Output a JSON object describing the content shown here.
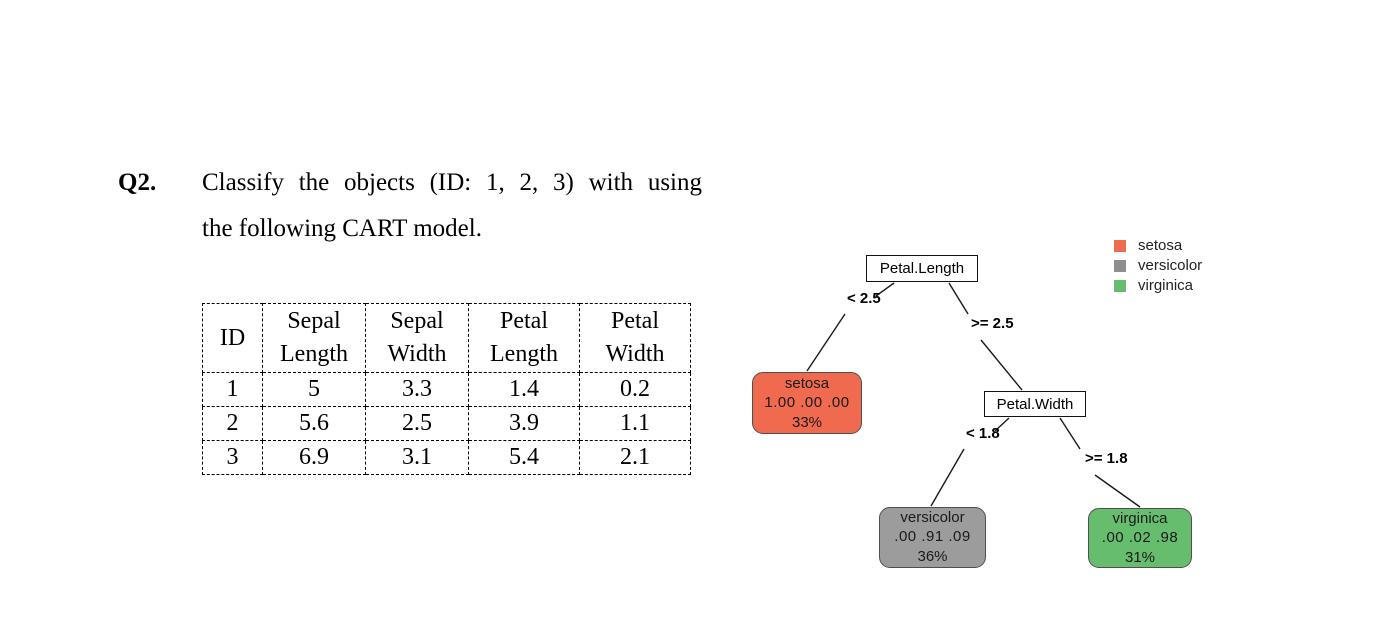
{
  "question": {
    "number": "Q2.",
    "line1": "Classify the objects (ID: 1, 2, 3) with using",
    "line2": "the following CART model."
  },
  "table": {
    "headers": [
      {
        "line1": "ID",
        "line2": ""
      },
      {
        "line1": "Sepal",
        "line2": "Length"
      },
      {
        "line1": "Sepal",
        "line2": "Width"
      },
      {
        "line1": "Petal",
        "line2": "Length"
      },
      {
        "line1": "Petal",
        "line2": "Width"
      }
    ],
    "rows": [
      {
        "id": "1",
        "sepal_length": "5",
        "sepal_width": "3.3",
        "petal_length": "1.4",
        "petal_width": "0.2"
      },
      {
        "id": "2",
        "sepal_length": "5.6",
        "sepal_width": "2.5",
        "petal_length": "3.9",
        "petal_width": "1.1"
      },
      {
        "id": "3",
        "sepal_length": "6.9",
        "sepal_width": "3.1",
        "petal_length": "5.4",
        "petal_width": "2.1"
      }
    ]
  },
  "tree": {
    "root_node": {
      "label": "Petal.Length"
    },
    "second_split_node": {
      "label": "Petal.Width"
    },
    "edges": {
      "root_left": "< 2.5",
      "root_right": ">= 2.5",
      "split2_left": "< 1.8",
      "split2_right": ">= 1.8"
    },
    "leaves": {
      "setosa": {
        "class_name": "setosa",
        "probabilities": "1.00  .00  .00",
        "percent": "33%",
        "fill": "#ef6a4f"
      },
      "versicolor": {
        "class_name": "versicolor",
        "probabilities": ".00  .91  .09",
        "percent": "36%",
        "fill": "#9c9c9c"
      },
      "virginica": {
        "class_name": "virginica",
        "probabilities": ".00  .02  .98",
        "percent": "31%",
        "fill": "#67bd6e"
      }
    }
  },
  "legend": {
    "items": [
      {
        "label": "setosa",
        "color": "#ef6a4f"
      },
      {
        "label": "versicolor",
        "color": "#8f8f8f"
      },
      {
        "label": "virginica",
        "color": "#67bd6e"
      }
    ]
  }
}
